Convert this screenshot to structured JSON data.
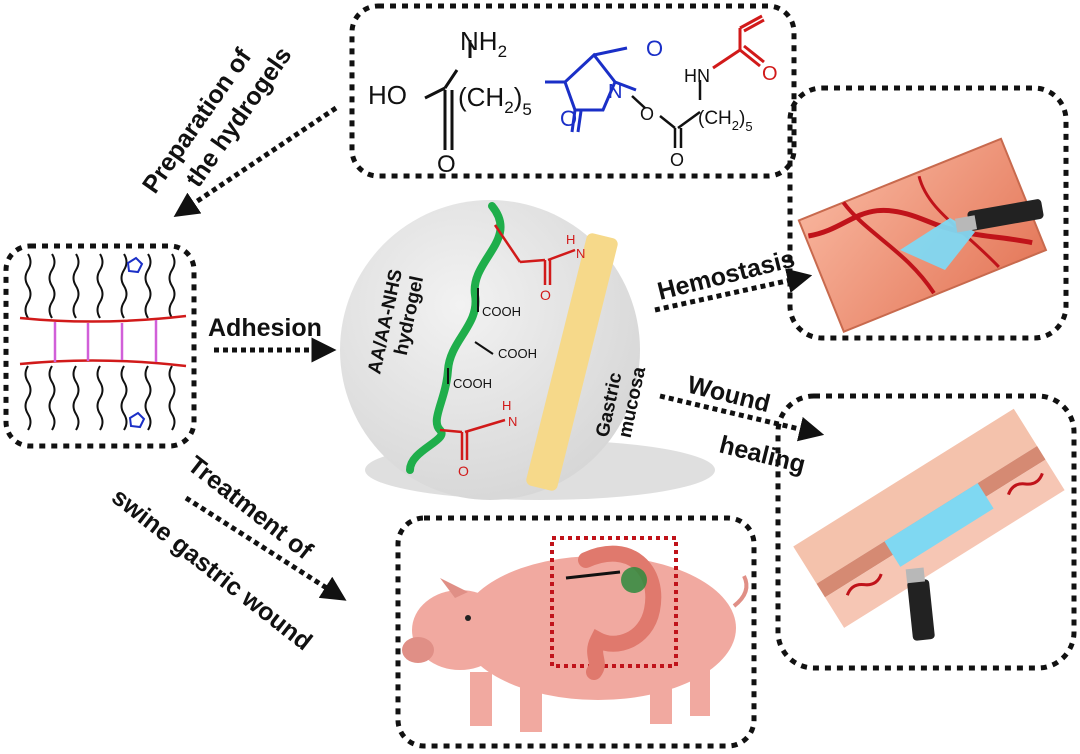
{
  "labels": {
    "prep_line1": "Preparation of",
    "prep_line2": "the hydrogels",
    "adhesion": "Adhesion",
    "hemostasis": "Hemostasis",
    "wound_line1": "Wound",
    "wound_line2": "healing",
    "treat_line1": "Treatment of",
    "treat_line2": "swine gastric wound",
    "hydrogel_line1": "AA/AA-NHS",
    "hydrogel_line2": "hydrogel",
    "mucosa_line1": "Gastric",
    "mucosa_line2": "mucosa"
  },
  "chem": {
    "nh2": "NH",
    "nh2_sub": "2",
    "ho": "HO",
    "ch2_left": "(CH",
    "ch2_left_sub": "2",
    "ch2_left_tail": ")",
    "ch2_left_count": "5",
    "o": "O",
    "n": "N",
    "hn": "HN",
    "ch2_right": "(CH",
    "ch2_right_sub": "2",
    "ch2_right_tail": ")",
    "ch2_right_count": "5",
    "cooh": "COOH",
    "h": "H",
    "amide_n": "N"
  },
  "colors": {
    "backbone_green": "#1fae4b",
    "nhs_blue": "#1a2fc7",
    "acryl_red": "#d11a1a",
    "mucosa_yellow": "#f6d98a",
    "circle_gray": "#e4e4e4",
    "pig_pink": "#f1a9a0",
    "crosslink_magenta": "#d15fd8"
  }
}
